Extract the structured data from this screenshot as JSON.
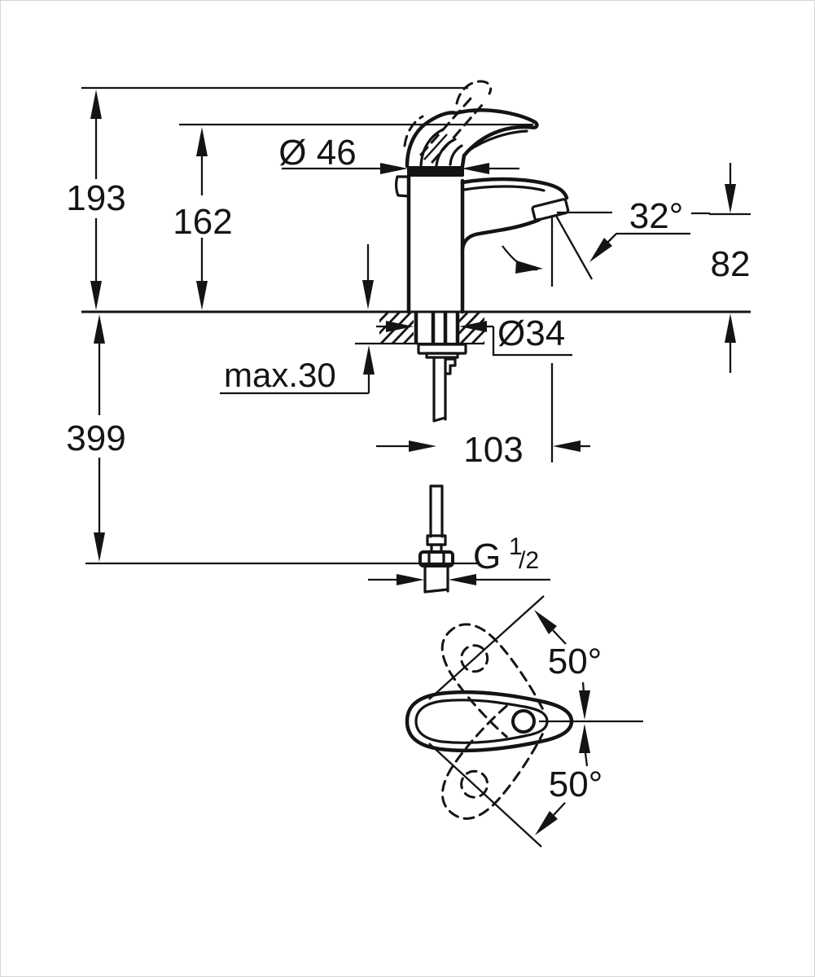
{
  "drawing": {
    "title": "single-lever basin mixer faucet dimension drawing",
    "views": [
      "side view with deck cross-section",
      "handle swivel top view"
    ],
    "colors": {
      "line": "#141414",
      "background": "#ffffff",
      "border": "#d6d6d6"
    },
    "labels": {
      "overall_height": "193",
      "handle_top_height": "162",
      "cap_diameter": "Ø 46",
      "spout_angle": "32°",
      "spout_outlet_height": "82",
      "mounting_hole_diameter": "Ø34",
      "max_deck_thickness": "max.30",
      "below_deck_length": "399",
      "spout_reach": "103",
      "thread_g": "G",
      "thread_sup": "1",
      "thread_sub": "/2",
      "swivel_angle_up": "50°",
      "swivel_angle_down": "50°"
    }
  }
}
